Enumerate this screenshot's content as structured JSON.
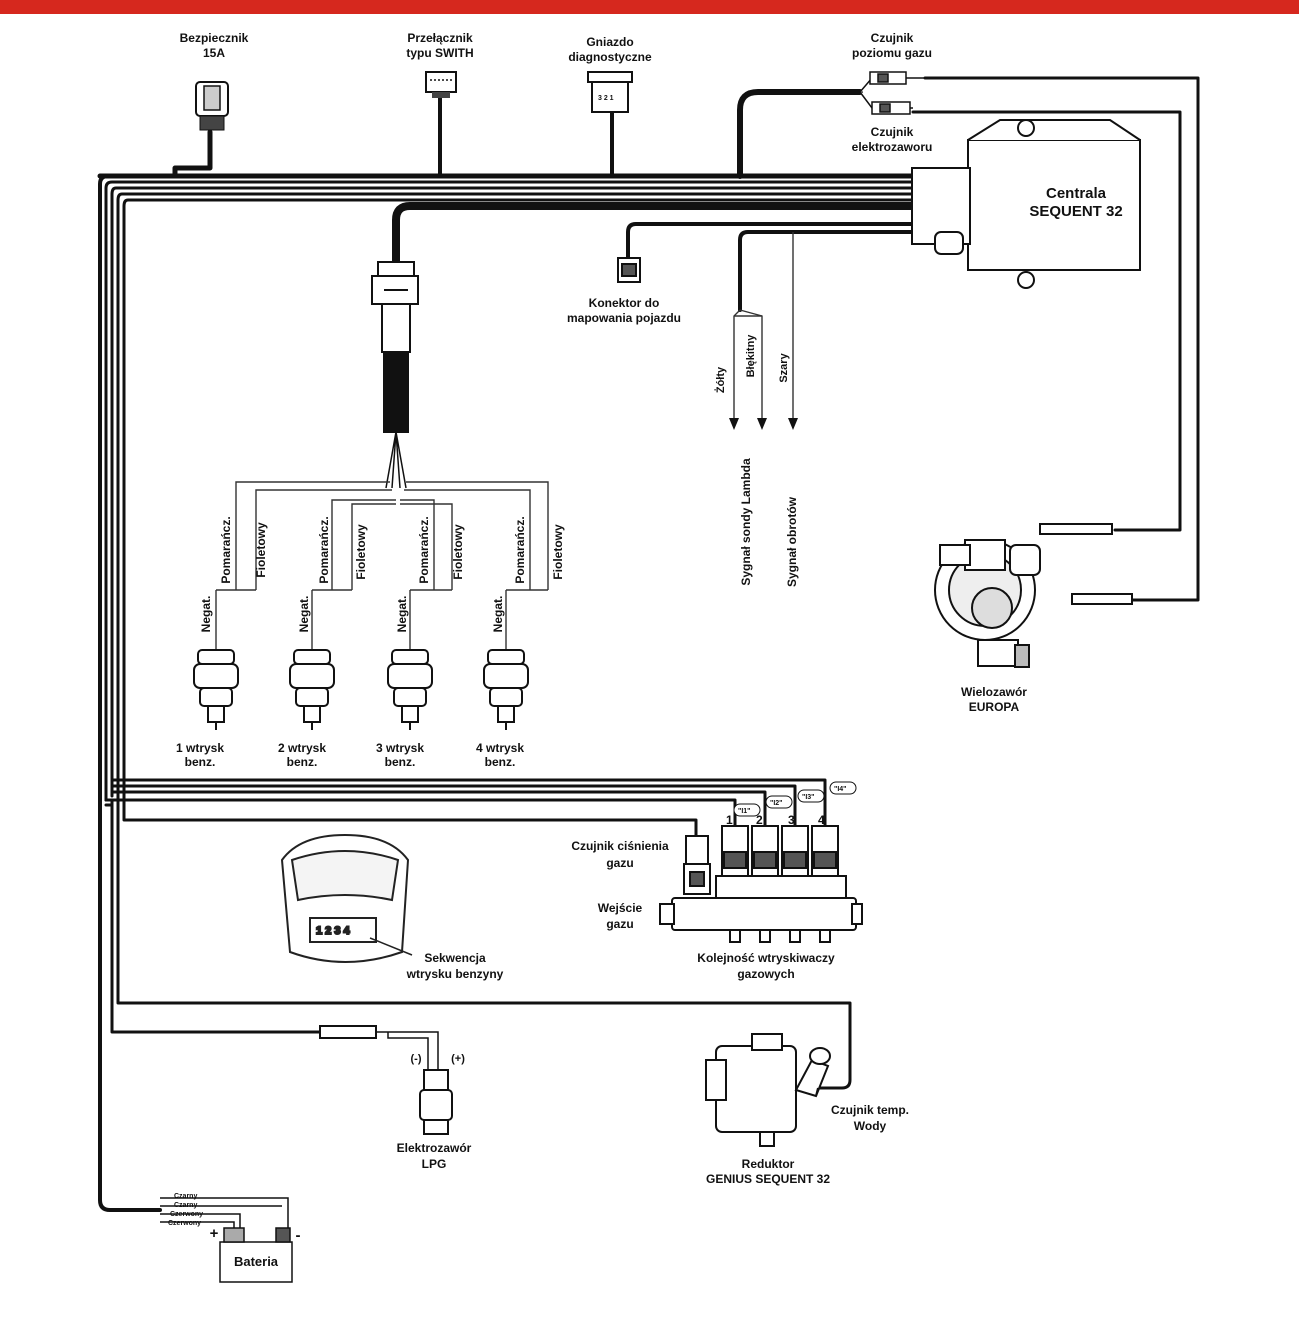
{
  "colors": {
    "topbar": "#d6281e",
    "harness": "#111111",
    "thin_wire": "#333333"
  },
  "labels": {
    "fuse": [
      "Bezpiecznik",
      "15A"
    ],
    "switch": [
      "Przełącznik",
      "typu SWITH"
    ],
    "diag": [
      "Gniazdo",
      "diagnostyczne"
    ],
    "level_sensor": [
      "Czujnik",
      "poziomu gazu"
    ],
    "valve_sensor": [
      "Czujnik",
      "elektrozaworu"
    ],
    "ecu": [
      "Centrala",
      "SEQUENT 32"
    ],
    "mapping": [
      "Konektor do",
      "mapowania pojazdu"
    ],
    "wire_yellow": "Żółty",
    "wire_blue": "Błękitny",
    "wire_grey": "Szary",
    "lambda": "Sygnał sondy Lambda",
    "rpm": "Sygnał obrotów",
    "multivalve": [
      "Wielozawór",
      "EUROPA"
    ],
    "orange": "Pomarańcz.",
    "violet": "Fioletowy",
    "neg": "Negat.",
    "injector1": [
      "1 wtrysk",
      "benz."
    ],
    "injector2": [
      "2 wtrysk",
      "benz."
    ],
    "injector3": [
      "3 wtrysk",
      "benz."
    ],
    "injector4": [
      "4 wtrysk",
      "benz."
    ],
    "pressure": [
      "Czujnik ciśnienia",
      "gazu"
    ],
    "gas_input": [
      "Wejście",
      "gazu"
    ],
    "gas_order": [
      "Kolejność wtryskiwaczy",
      "gazowych"
    ],
    "sequence": [
      "Sekwencja",
      "wtrysku benzyny"
    ],
    "seq_digits": "1 2 3 4",
    "tags": [
      "\"I1\"",
      "\"I2\"",
      "\"I3\"",
      "\"I4\""
    ],
    "rail_nums": [
      "1",
      "2",
      "3",
      "4"
    ],
    "minus_sign": "(-)",
    "plus_sign": "(+)",
    "lpg_valve": [
      "Elektrozawór",
      "LPG"
    ],
    "water_temp": [
      "Czujnik temp.",
      "Wody"
    ],
    "reducer": [
      "Reduktor",
      "GENIUS SEQUENT 32"
    ],
    "bat_wires": [
      "Czarny",
      "Czarny",
      "Czerwony",
      "Czerwony"
    ],
    "battery": "Bateria",
    "bat_plus": "+",
    "bat_minus": "-",
    "diag_pins": "3 2 1"
  }
}
